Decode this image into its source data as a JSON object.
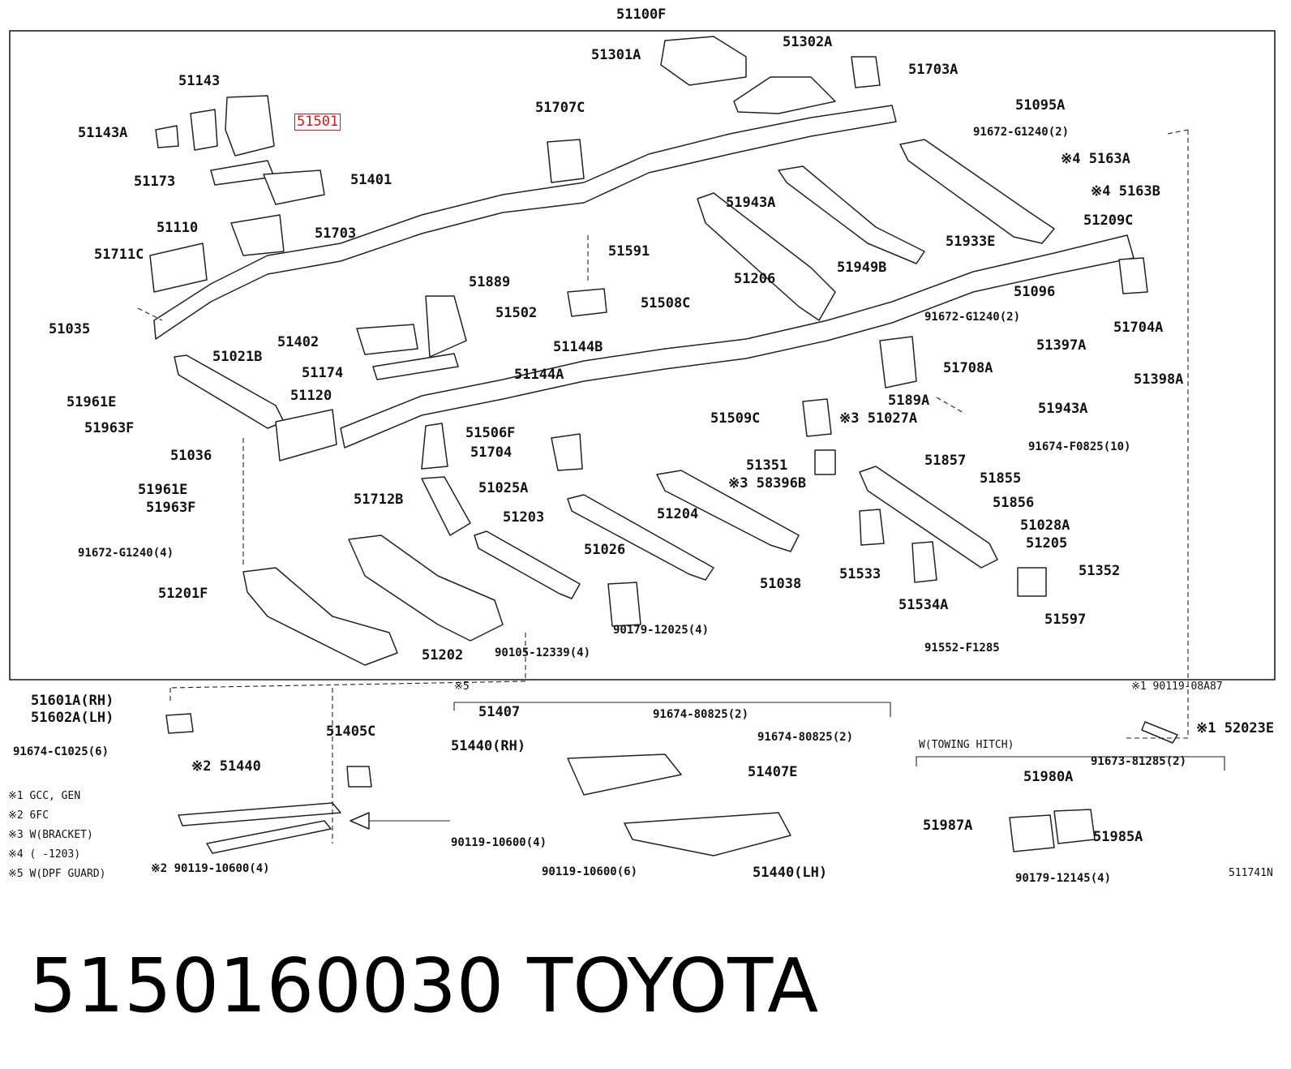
{
  "diagram": {
    "assembly_label": "51100F",
    "figure_code": "511741N",
    "highlighted_part": "51501",
    "frame_labels": [
      "51301A",
      "51302A",
      "51703A",
      "51095A",
      "51143",
      "51143A",
      "51501",
      "51707C",
      "91672-G1240(2)",
      "※4 5163A",
      "※4 5163B",
      "51173",
      "51401",
      "51943A",
      "51209C",
      "51110",
      "51703",
      "51933E",
      "51591",
      "51711C",
      "51206",
      "51949B",
      "51889",
      "51508C",
      "51096",
      "91672-G1240(2)",
      "51035",
      "51502",
      "51704A",
      "51402",
      "51144B",
      "51397A",
      "51021B",
      "51174",
      "51144A",
      "51708A",
      "51398A",
      "51120",
      "51961E",
      "5189A",
      "51943A",
      "51963F",
      "51509C",
      "※3 51027A",
      "51506F",
      "51036",
      "51704",
      "91674-F0825(10)",
      "51351",
      "51857",
      "51961E",
      "51855",
      "※3 58396B",
      "51025A",
      "51963F",
      "51712B",
      "51856",
      "51203",
      "51204",
      "51028A",
      "51205",
      "91672-G1240(4)",
      "51026",
      "51533",
      "51352",
      "51038",
      "51201F",
      "51534A",
      "51597",
      "90179-12025(4)",
      "51202",
      "90105-12339(4)",
      "91552-F1285"
    ],
    "lower_labels": [
      "51601A(RH)",
      "51602A(LH)",
      "91674-C1025(6)",
      "※5",
      "51407",
      "91674-80825(2)",
      "※1 90119-08A87",
      "51405C",
      "91674-80825(2)",
      "※1 52023E",
      "51440(RH)",
      "W(TOWING HITCH)",
      "※2 51440",
      "51407E",
      "91673-81285(2)",
      "51980A",
      "51987A",
      "90119-10600(4)",
      "51985A",
      "90119-10600(6)",
      "51440(LH)",
      "90179-12145(4)",
      "※2 90119-10600(4)"
    ],
    "notes": [
      "※1 GCC, GEN",
      "※2 6FC",
      "※3 W(BRACKET)",
      "※4 (        -1203)",
      "※5 W(DPF GUARD)"
    ]
  },
  "caption": {
    "part_number": "5150160030",
    "brand": "TOYOTA"
  }
}
